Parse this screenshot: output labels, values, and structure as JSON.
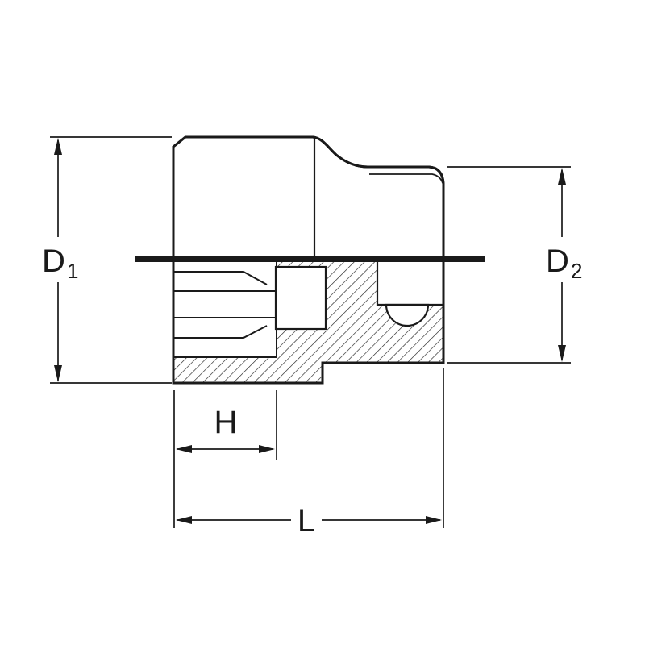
{
  "diagram": {
    "dimension_labels": {
      "d1": {
        "main": "D",
        "sub": "1"
      },
      "d2": {
        "main": "D",
        "sub": "2"
      },
      "h": "H",
      "l": "L"
    },
    "colors": {
      "line": "#1a1a1a",
      "background": "#ffffff"
    }
  }
}
